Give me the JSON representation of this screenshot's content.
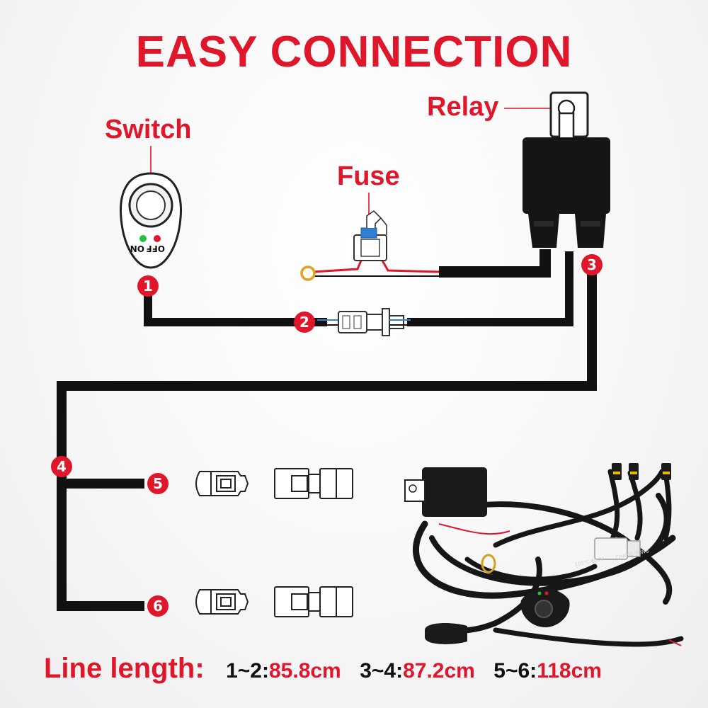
{
  "title": "EASY CONNECTION",
  "labels": {
    "switch": "Switch",
    "fuse": "Fuse",
    "relay": "Relay"
  },
  "switch_text": {
    "off": "OFF",
    "on": "ON"
  },
  "points": [
    "1",
    "2",
    "3",
    "4",
    "5",
    "6"
  ],
  "footer": {
    "heading": "Line length:",
    "items": [
      {
        "key": "1~2:",
        "value": "85.8cm"
      },
      {
        "key": "3~4:",
        "value": "87.2cm"
      },
      {
        "key": "5~6:",
        "value": "118cm"
      }
    ]
  },
  "photo_wire_text": [
    "105°C 600V",
    "CHANG TONG"
  ],
  "colors": {
    "accent_red": "#e0162b",
    "wire": "#111111",
    "led_green": "#22c33a",
    "led_red": "#e0162b",
    "fuse_blue": "#2f7fd6",
    "ring_terminal": "#e6a020"
  },
  "icons": [
    "switch-icon",
    "fuse-icon",
    "relay-icon",
    "connector-icon",
    "ring-terminal-icon",
    "wiring-harness-photo"
  ]
}
